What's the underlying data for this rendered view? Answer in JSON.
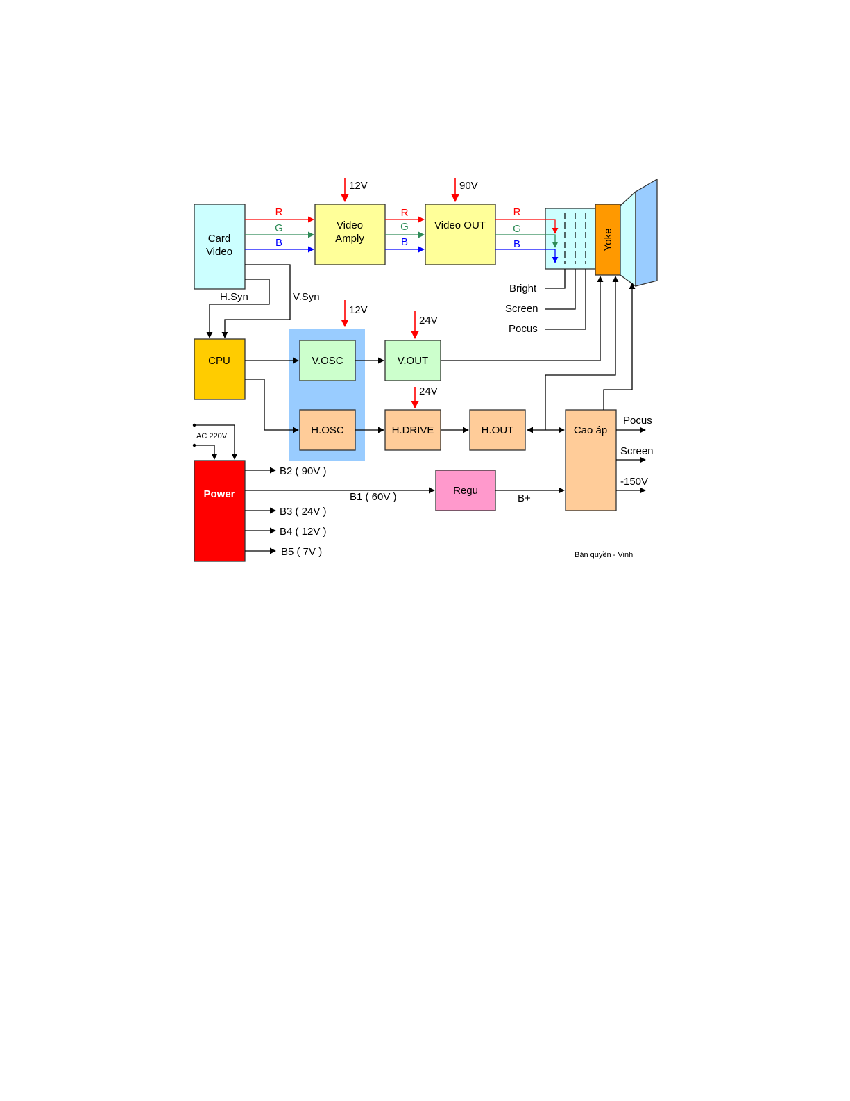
{
  "colors": {
    "red_signal": "#ff0000",
    "green_signal": "#2e8b57",
    "blue_signal": "#0000ff",
    "supply_arrow": "#ff0000",
    "card_video": "#ccffff",
    "yellow_block": "#ffff99",
    "cpu": "#ffcc00",
    "green_block": "#ccffcc",
    "orange_block": "#ffcc99",
    "osc_group": "#99ccff",
    "power": "#ff0000",
    "regu": "#ff99cc",
    "yoke": "#ff9900",
    "crt_neck": "#ccffff",
    "crt_screen": "#99ccff"
  },
  "blocks": {
    "card_video": [
      "Card",
      "Video"
    ],
    "video_amply": [
      "Video",
      "Amply"
    ],
    "video_out": "Video OUT",
    "yoke": "Yoke",
    "cpu": "CPU",
    "v_osc": "V.OSC",
    "v_out": "V.OUT",
    "h_osc": "H.OSC",
    "h_drive": "H.DRIVE",
    "h_out": "H.OUT",
    "cao_ap": "Cao áp",
    "power": "Power",
    "regu": "Regu"
  },
  "signals": {
    "r": "R",
    "g": "G",
    "b": "B",
    "h_syn": "H.Syn",
    "v_syn": "V.Syn"
  },
  "supplies": {
    "video_amply": "12V",
    "video_out": "90V",
    "osc_group": "12V",
    "v_out": "24V",
    "h_drive": "24V"
  },
  "crt_inputs": {
    "bright": "Bright",
    "screen": "Screen",
    "pocus": "Pocus"
  },
  "cao_ap_outputs": {
    "pocus": "Pocus",
    "screen": "Screen",
    "minus150": "-150V"
  },
  "power_outputs": {
    "ac_in": "AC 220V",
    "b2": "B2 ( 90V )",
    "b1": "B1 ( 60V )",
    "b3": "B3 ( 24V )",
    "b4": "B4 ( 12V )",
    "b5": "B5 ( 7V )",
    "b_plus": "B+"
  },
  "copyright": "Bản quyền - Vinh"
}
